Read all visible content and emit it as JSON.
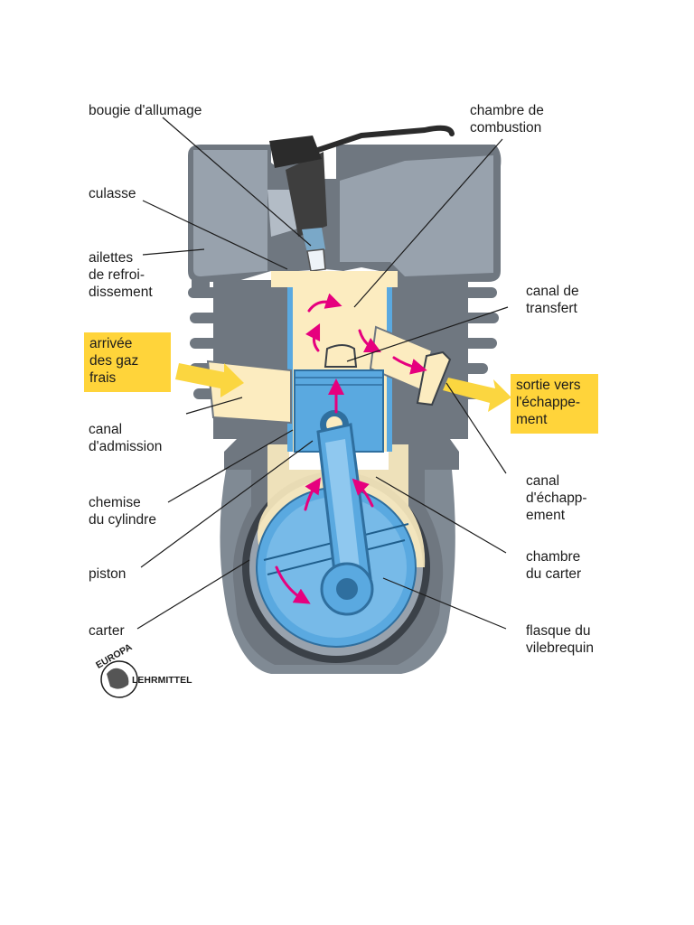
{
  "labels": {
    "bougie": "bougie d'allumage",
    "chambre_combustion": "chambre de\ncombustion",
    "culasse": "culasse",
    "ailettes": "ailettes\nde refroi-\ndissement",
    "canal_transfert": "canal de\ntransfert",
    "arrivee": "arrivée\ndes gaz\nfrais",
    "sortie": "sortie vers\nl'échappe-\nment",
    "canal_admission": "canal\nd'admission",
    "chemise": "chemise\ndu cylindre",
    "canal_echappement": "canal\nd'échapp-\nement",
    "piston": "piston",
    "chambre_carter": "chambre\ndu carter",
    "carter": "carter",
    "flasque": "flasque du\nvilebrequin"
  },
  "logo": {
    "top_text": "EUROPA",
    "right_text": "LEHRMITTEL"
  },
  "colors": {
    "casing_dark": "#6f7780",
    "casing_mid": "#98a2ad",
    "casing_light": "#b3bcc6",
    "fresh_gas": "#fcecc0",
    "piston_blue": "#5aa9e0",
    "piston_light": "#8fc8ef",
    "arrow_pink": "#e6007e",
    "arrow_yellow": "#fbd640",
    "highlight": "#ffd43a"
  }
}
